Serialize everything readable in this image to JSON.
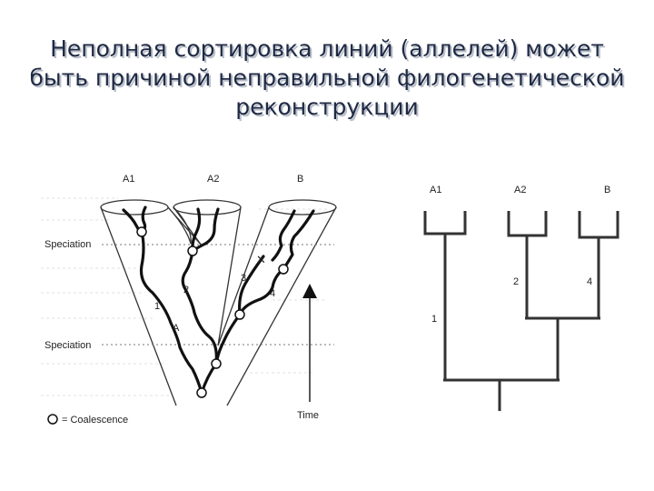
{
  "title": {
    "line1": "Неполная сортировка линий (аллелей) может",
    "line2": "быть причиной неправильной филогенетической",
    "line3": "реконструкции"
  },
  "gene_tree": {
    "tips": [
      "A1",
      "A2",
      "B"
    ],
    "speciation_label": "Speciation",
    "branch_labels": {
      "one": "1",
      "two": "2",
      "three": "3",
      "four": "4",
      "ancestor": "A"
    },
    "lost_lineage_mark": "✕",
    "time_label": "Time",
    "legend": "= Coalescence"
  },
  "species_tree": {
    "tips": [
      "A1",
      "A2",
      "B"
    ],
    "branch_labels": {
      "one": "1",
      "two": "2",
      "four": "4"
    }
  }
}
